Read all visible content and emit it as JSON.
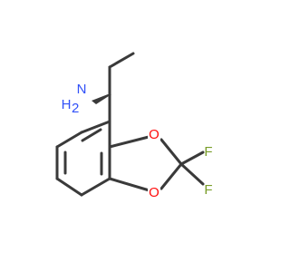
{
  "labels": {
    "amine_n": "N",
    "amine_h2": "H",
    "amine_sub": "2",
    "ring_o1": "O",
    "ring_o2": "O",
    "fluorine1": "F",
    "fluorine2": "F"
  },
  "colors": {
    "bond": "#3a3a3a",
    "nitrogen": "#3050f8",
    "oxygen": "#ff0d0d",
    "fluorine": "#7a9e2a",
    "background": "#ffffff"
  }
}
